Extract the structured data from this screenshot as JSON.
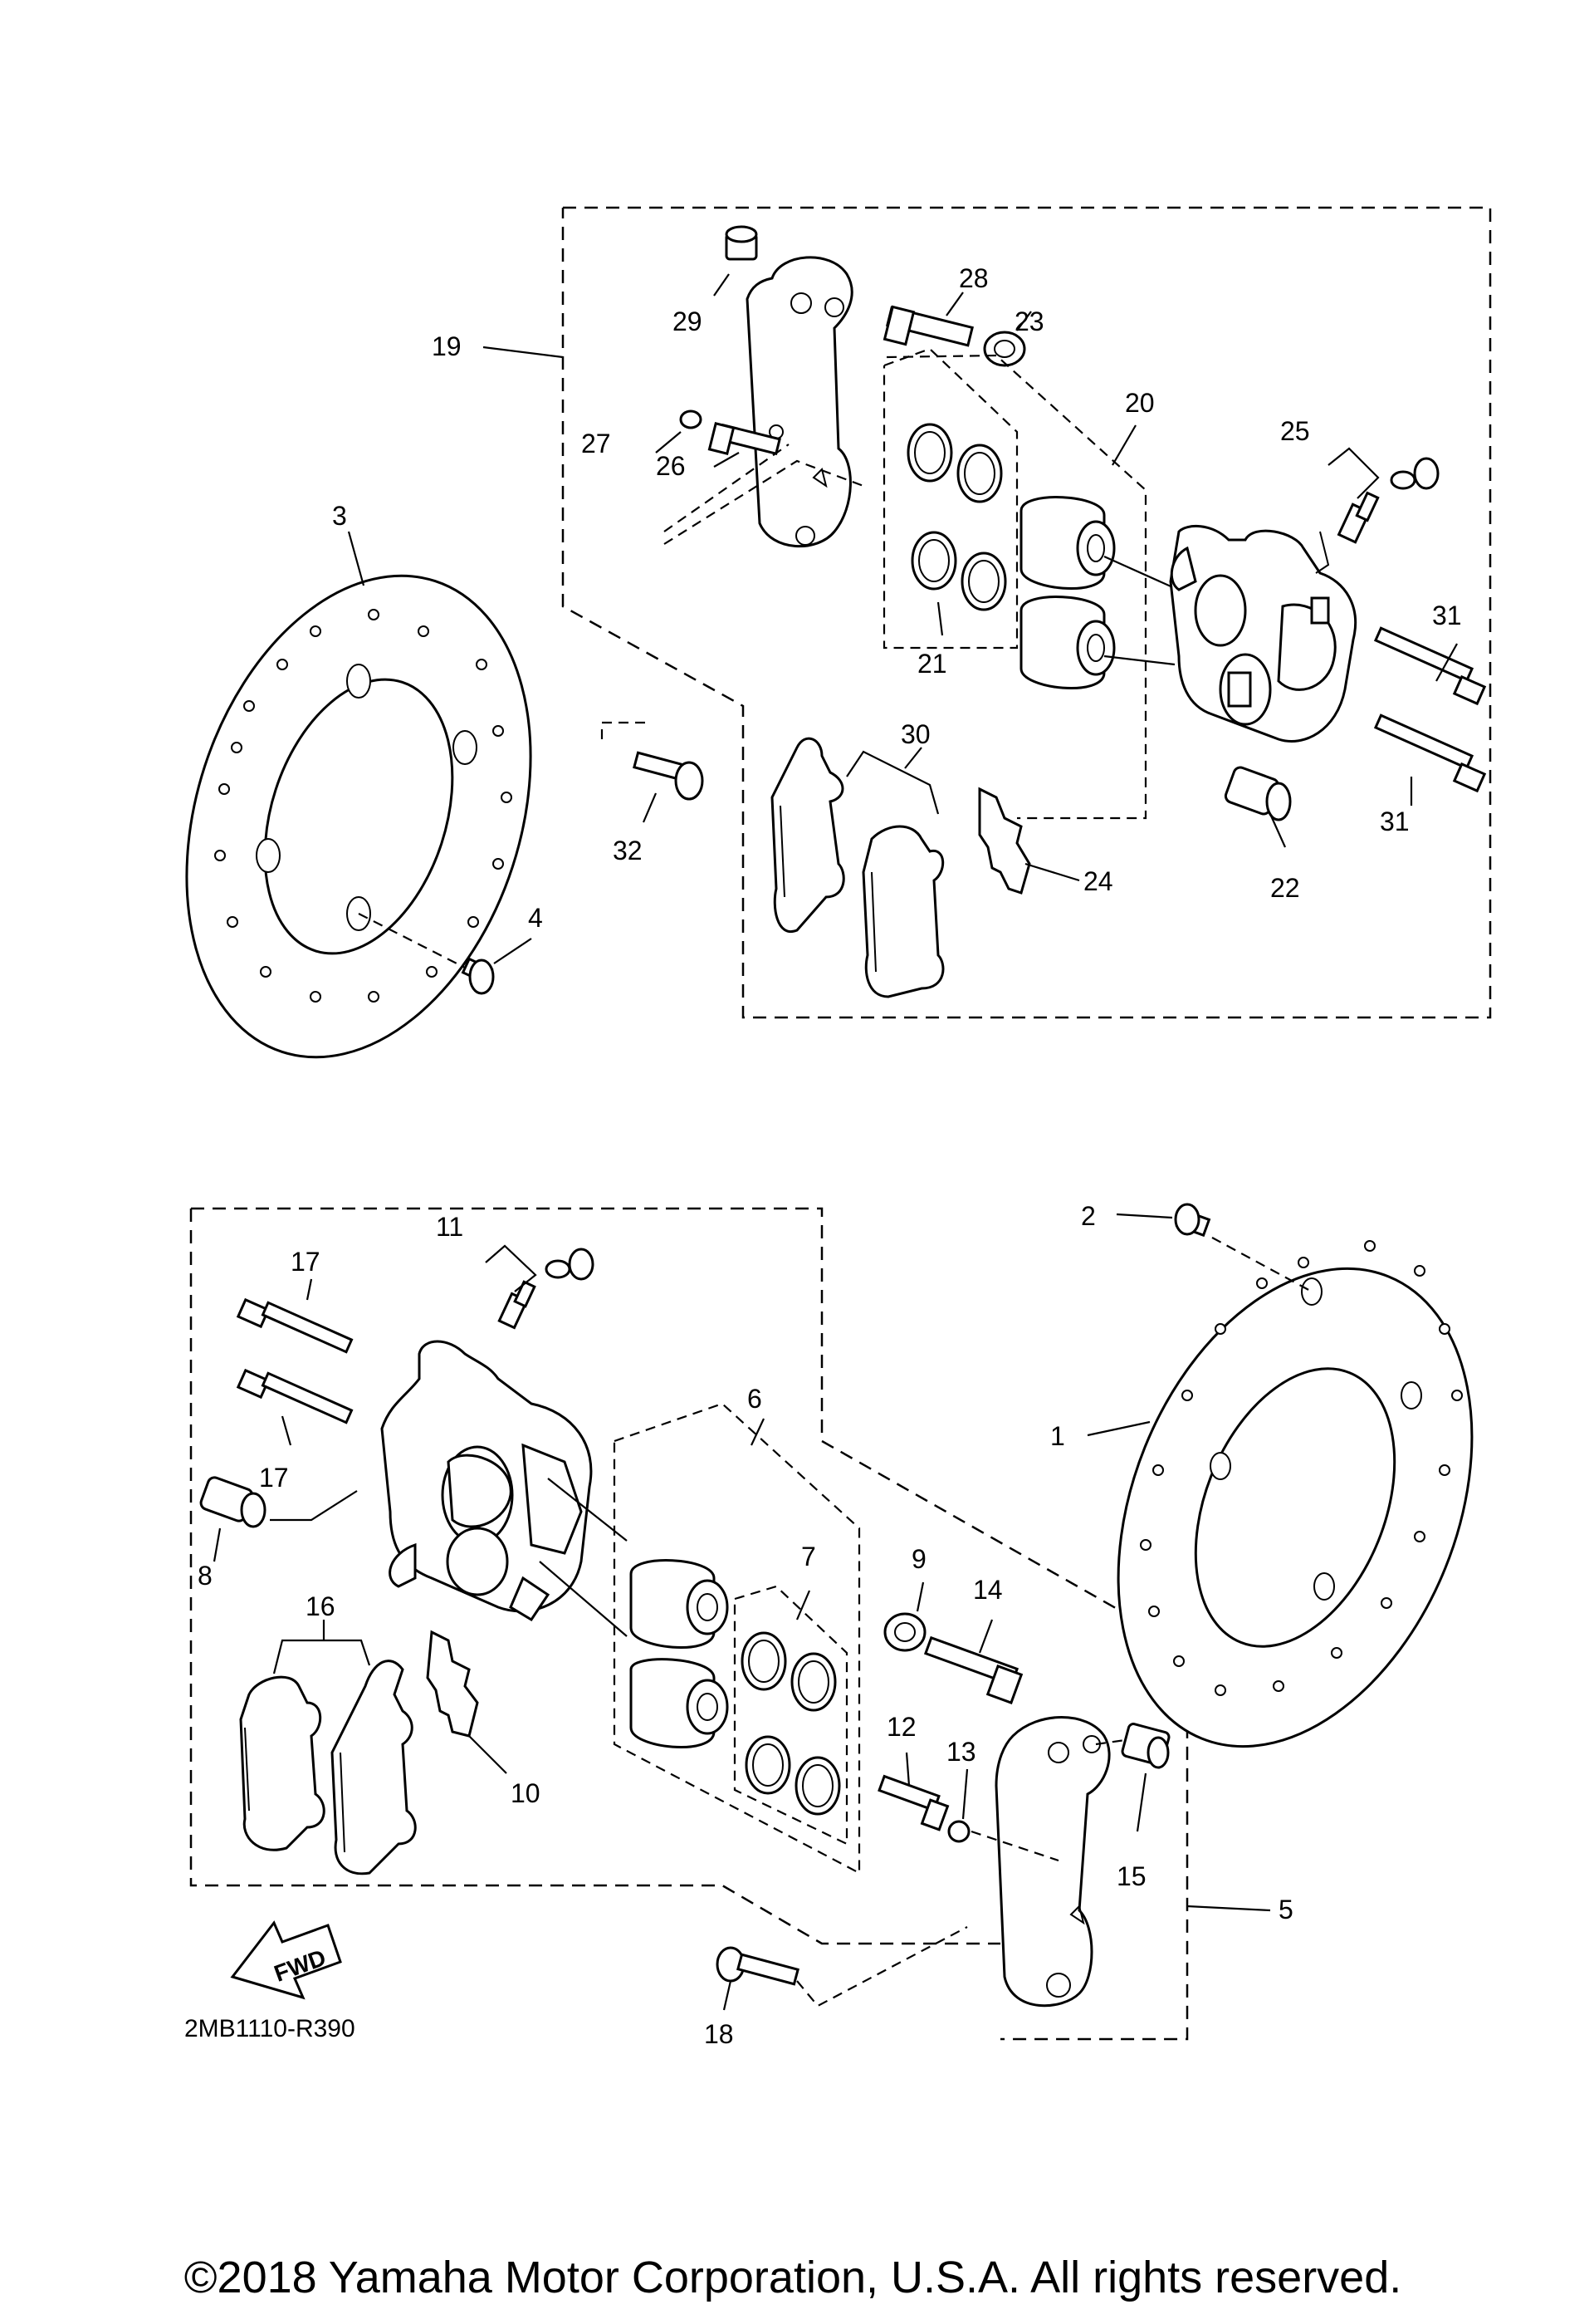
{
  "callouts": {
    "c1": "1",
    "c2": "2",
    "c3": "3",
    "c4": "4",
    "c5": "5",
    "c6": "6",
    "c7": "7",
    "c8": "8",
    "c9": "9",
    "c10": "10",
    "c11": "11",
    "c12": "12",
    "c13": "13",
    "c14": "14",
    "c15": "15",
    "c16": "16",
    "c17a": "17",
    "c17b": "17",
    "c18": "18",
    "c19": "19",
    "c20": "20",
    "c21": "21",
    "c22": "22",
    "c23": "23",
    "c24": "24",
    "c25": "25",
    "c26": "26",
    "c27": "27",
    "c28": "28",
    "c29": "29",
    "c30": "30",
    "c31a": "31",
    "c31b": "31",
    "c32": "32"
  },
  "diagram_code": "2MB1110-R390",
  "fwd_label": "FWD",
  "copyright": "©2018 Yamaha Motor Corporation, U.S.A. All rights reserved."
}
